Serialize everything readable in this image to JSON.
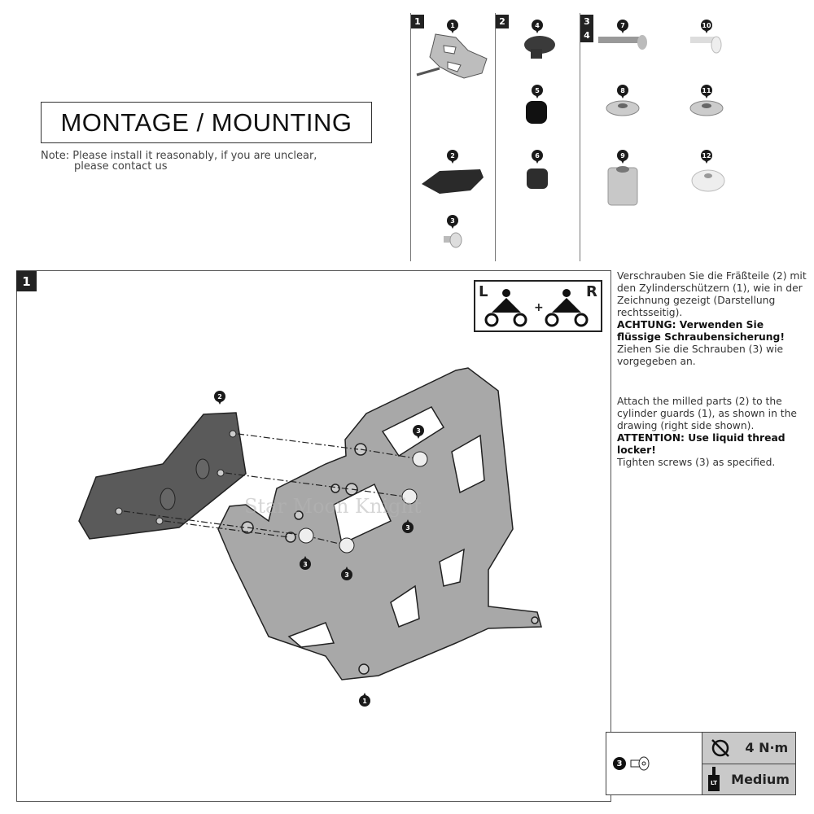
{
  "header": {
    "title": "MONTAGE / MOUNTING",
    "note_line1": "Note: Please install it reasonably, if you are unclear,",
    "note_line2": "please contact us"
  },
  "parts_list": {
    "groups": [
      {
        "badge": "1",
        "items": [
          "1",
          "2",
          "3"
        ]
      },
      {
        "badge": "2",
        "items": [
          "4",
          "5",
          "6"
        ]
      },
      {
        "badge_top": "3",
        "badge_bottom": "4",
        "items": [
          "7",
          "8",
          "9",
          "10",
          "11",
          "12"
        ]
      }
    ]
  },
  "step": {
    "number": "1",
    "side_icon": {
      "left": "L",
      "plus": "+",
      "right": "R"
    },
    "callouts": {
      "bracket": "1",
      "milled_part": "2",
      "screw": "3"
    },
    "watermark": "Star Moon Knight",
    "text_de": {
      "p1": "Verschrauben Sie die Fräßteile (2) mit den Zylinderschützern (1), wie in der Zeichnung gezeigt (Darstellung rechtsseitig).",
      "warning": "ACHTUNG: Verwenden Sie flüssige Schraubensicherung!",
      "p2": "Ziehen Sie die Schrauben (3) wie vorgegeben an."
    },
    "text_en": {
      "p1": "Attach the milled parts (2) to the cylinder guards (1), as shown in the drawing (right side shown).",
      "warning": "ATTENTION: Use liquid thread locker!",
      "p2": "Tighten screws (3) as specified."
    },
    "torque_table": {
      "part": "3",
      "torque": "4 N·m",
      "threadlocker_label": "LT",
      "threadlocker": "Medium"
    }
  }
}
